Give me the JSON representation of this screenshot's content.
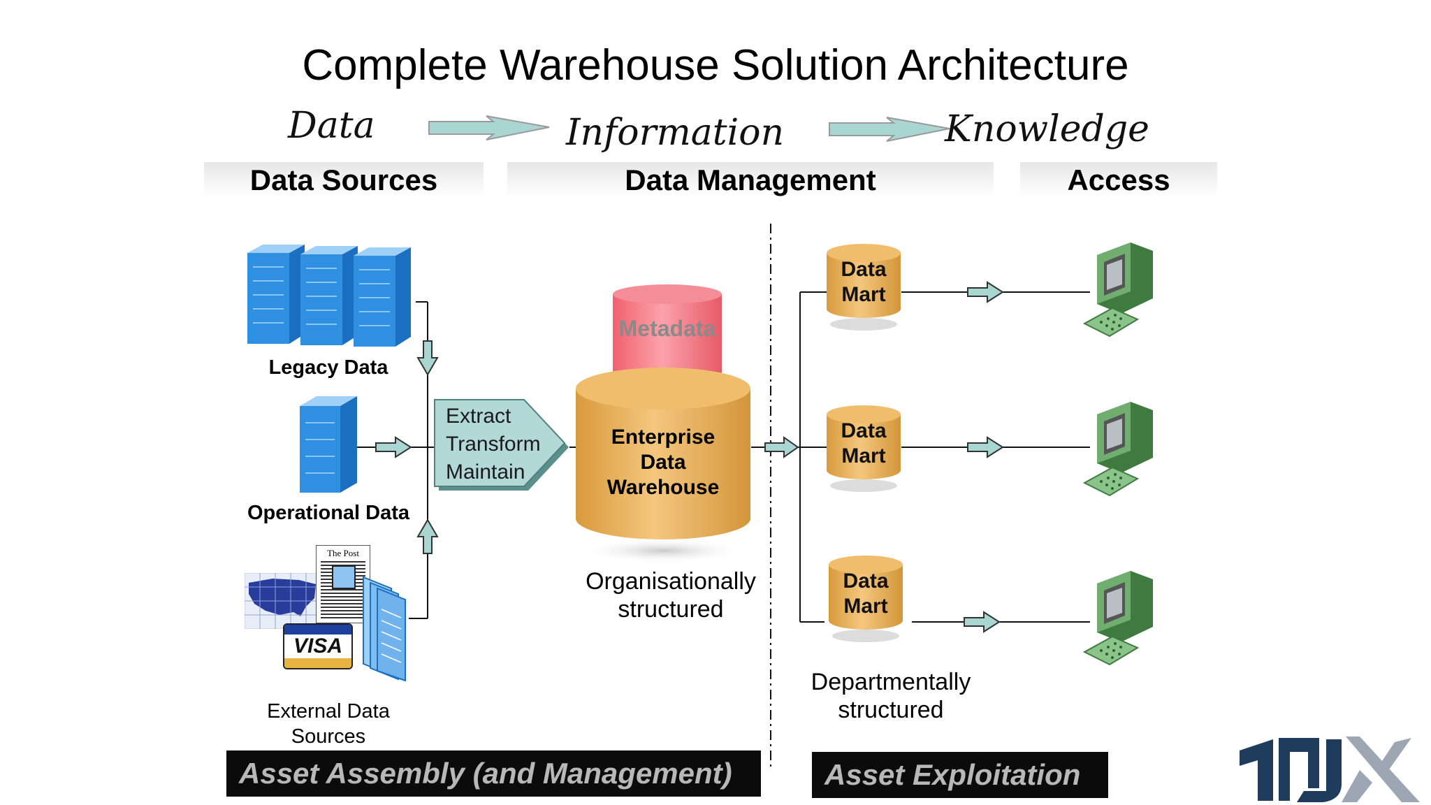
{
  "title": "Complete Warehouse Solution Architecture",
  "flow": {
    "data": "Data",
    "information": "Information",
    "knowledge": "Knowledge"
  },
  "columns": {
    "sources": "Data Sources",
    "management": "Data Management",
    "access": "Access"
  },
  "sources": {
    "legacy": "Legacy Data",
    "operational": "Operational Data",
    "external_line1": "External Data",
    "external_line2": "Sources",
    "newspaper_masthead": "The Post",
    "card_brand": "VISA"
  },
  "etl": {
    "line1": "Extract",
    "line2": "Transform",
    "line3": "Maintain"
  },
  "warehouse": {
    "metadata": "Metadata",
    "line1": "Enterprise",
    "line2": "Data",
    "line3": "Warehouse",
    "caption_line1": "Organisationally",
    "caption_line2": "structured"
  },
  "marts": [
    {
      "line1": "Data",
      "line2": "Mart"
    },
    {
      "line1": "Data",
      "line2": "Mart"
    },
    {
      "line1": "Data",
      "line2": "Mart"
    }
  ],
  "marts_caption": {
    "line1": "Departmentally",
    "line2": "structured"
  },
  "bottom": {
    "assembly": "Asset Assembly (and Management)",
    "exploitation": "Asset Exploitation"
  },
  "colors": {
    "server_blue": "#2f8fe0",
    "cylinder_gold": "#e8b35e",
    "metadata_pink": "#f47f8a",
    "arrow_teal": "#a9d6d3",
    "terminal_green": "#5e9a5e",
    "logo_navy": "#1f3c5c"
  }
}
